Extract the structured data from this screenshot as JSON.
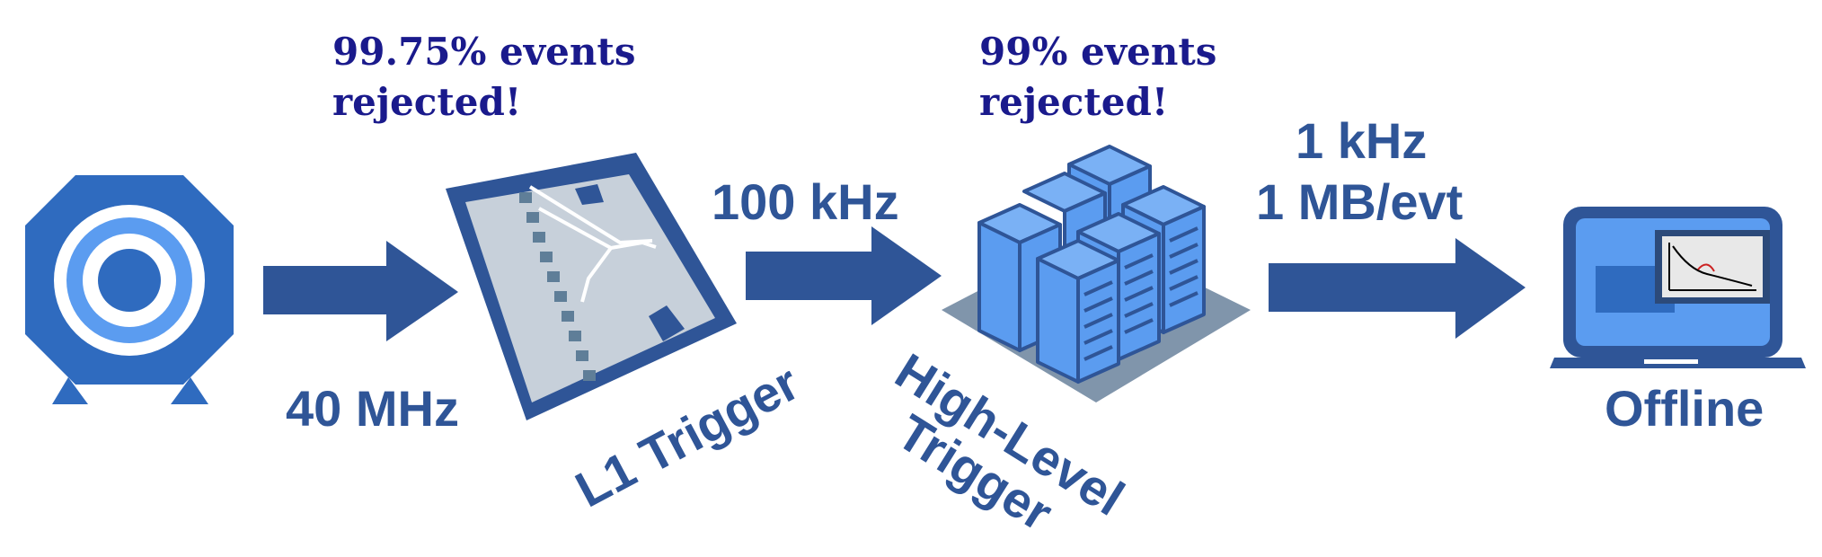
{
  "stages": {
    "l1": {
      "name": "L1 Trigger",
      "rejected": "99.75% events rejected!"
    },
    "hlt": {
      "name_line1": "High-Level",
      "name_line2": "Trigger",
      "rejected": "99% events rejected!"
    },
    "offline": {
      "name": "Offline"
    }
  },
  "rates": {
    "input": "40 MHz",
    "l1_output": "100 kHz",
    "hlt_output_rate": "1 kHz",
    "hlt_output_size": "1 MB/evt"
  },
  "icons": [
    "detector-icon",
    "trigger-board-icon",
    "server-rack-icon",
    "laptop-plot-icon",
    "arrow-icon"
  ],
  "colors": {
    "arrow": "#2f5597",
    "server": "#5b9cf0",
    "board": "#c7d0da",
    "note_text": "#1a1a8c"
  }
}
